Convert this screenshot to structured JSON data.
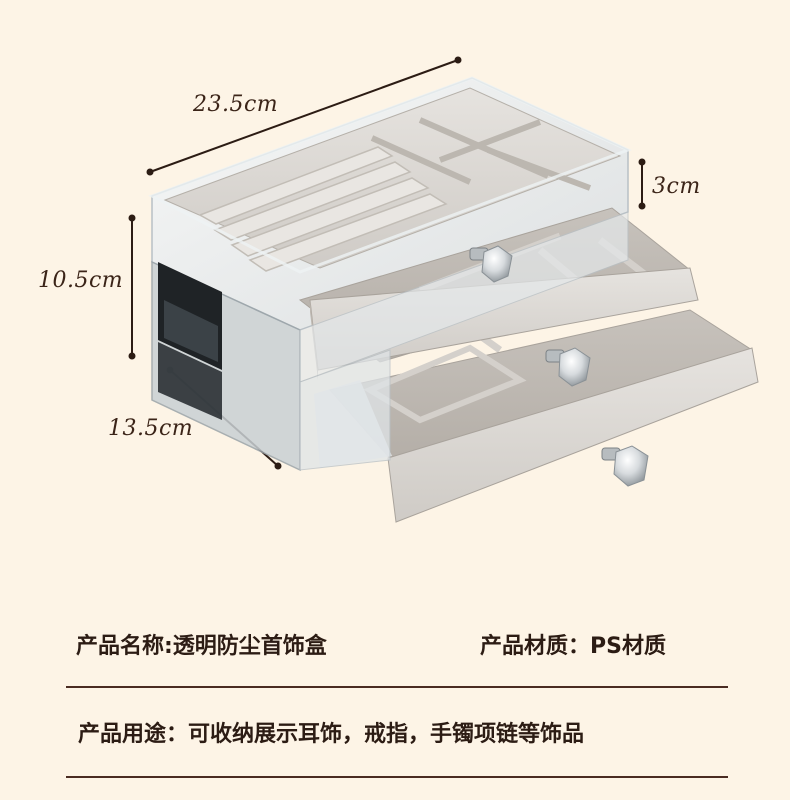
{
  "dimensions": {
    "width_label": "23.5cm",
    "height_label": "10.5cm",
    "depth_label": "13.5cm",
    "drawer_label": "3cm"
  },
  "info": {
    "name": "产品名称:透明防尘首饰盒",
    "material": "产品材质：PS材质",
    "usage": "产品用途：可收纳展示耳饰，戒指，手镯项链等饰品"
  },
  "colors": {
    "background": "#fdf4e6",
    "text": "#2c1c14",
    "velvet": "#d9d6d2",
    "acrylic": "#e9ecee",
    "line": "#4a2c22"
  }
}
